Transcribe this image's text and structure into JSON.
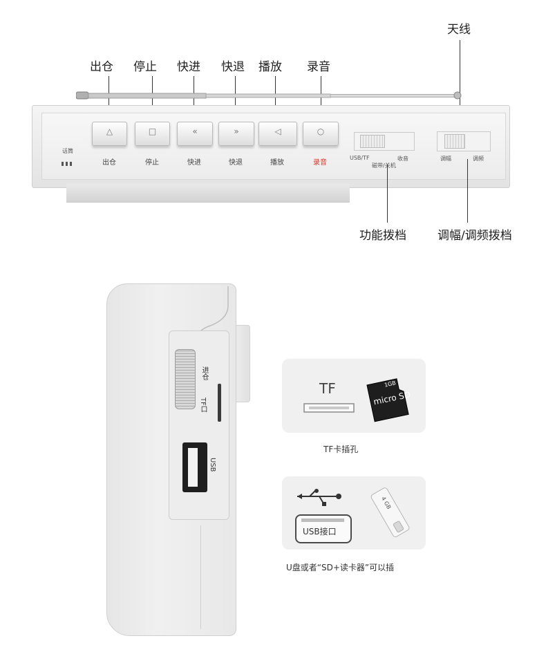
{
  "top_callouts": {
    "eject": "出仓",
    "stop": "停止",
    "fast_forward": "快进",
    "rewind": "快退",
    "play": "播放",
    "record": "录音",
    "antenna": "天线",
    "function_switch": "功能拨档",
    "band_switch": "调幅/调频拨档"
  },
  "device_keys": {
    "eject": "出仓",
    "stop": "停止",
    "fast_forward": "快进",
    "rewind": "快退",
    "play": "播放",
    "record": "录音",
    "record_color": "#d9362b"
  },
  "device_markings": {
    "mic": "话筒",
    "function_usb_tf": "USB/TF",
    "function_radio": "收音",
    "function_tape_off": "磁带/关机",
    "band_am": "调幅",
    "band_fm": "调频"
  },
  "side_markings": {
    "door": "进仓",
    "tf": "TF口",
    "usb": "USB"
  },
  "tf_card": {
    "slot_label": "TF",
    "card_brand": "micro SD",
    "card_capacity": "1GB",
    "caption": "TF卡插孔"
  },
  "usb_card": {
    "port_label": "USB接口",
    "drive_text": "4 GB",
    "caption": "U盘或者“SD+读卡器”可以插"
  },
  "icons": [
    "eject-icon",
    "stop-icon",
    "fast-forward-icon",
    "rewind-icon",
    "play-icon",
    "record-icon",
    "usb-symbol-icon",
    "usb-flash-drive-icon",
    "micro-sd-card-icon"
  ]
}
